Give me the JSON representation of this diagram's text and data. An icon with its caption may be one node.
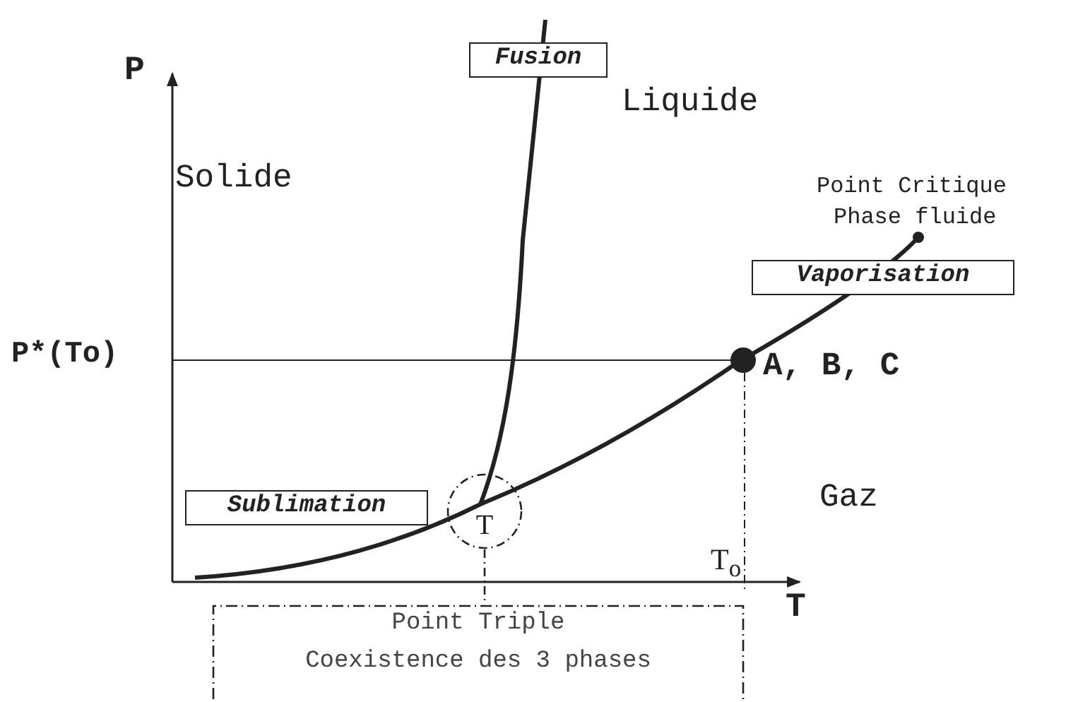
{
  "diagram": {
    "nodes": [
      {
        "text": [
          "Fusion"
        ]
      },
      {
        "text": [
          "Vaporisation"
        ]
      },
      {
        "text": [
          "Sublimation"
        ]
      },
      {
        "text": [
          "T"
        ]
      },
      {
        "text": [
          "Point Triple",
          "Coexistence des 3 phases"
        ]
      }
    ],
    "edges": [
      {
        "from": 3,
        "to": 4,
        "arrow": "none",
        "style": "dashed"
      }
    ],
    "labels": [
      "P",
      "Liquide",
      "Solide",
      "Point Critique",
      "Phase fluide",
      "P*(To)",
      "A, B, C",
      "Gaz",
      "T$_{o}$",
      "T"
    ]
  }
}
